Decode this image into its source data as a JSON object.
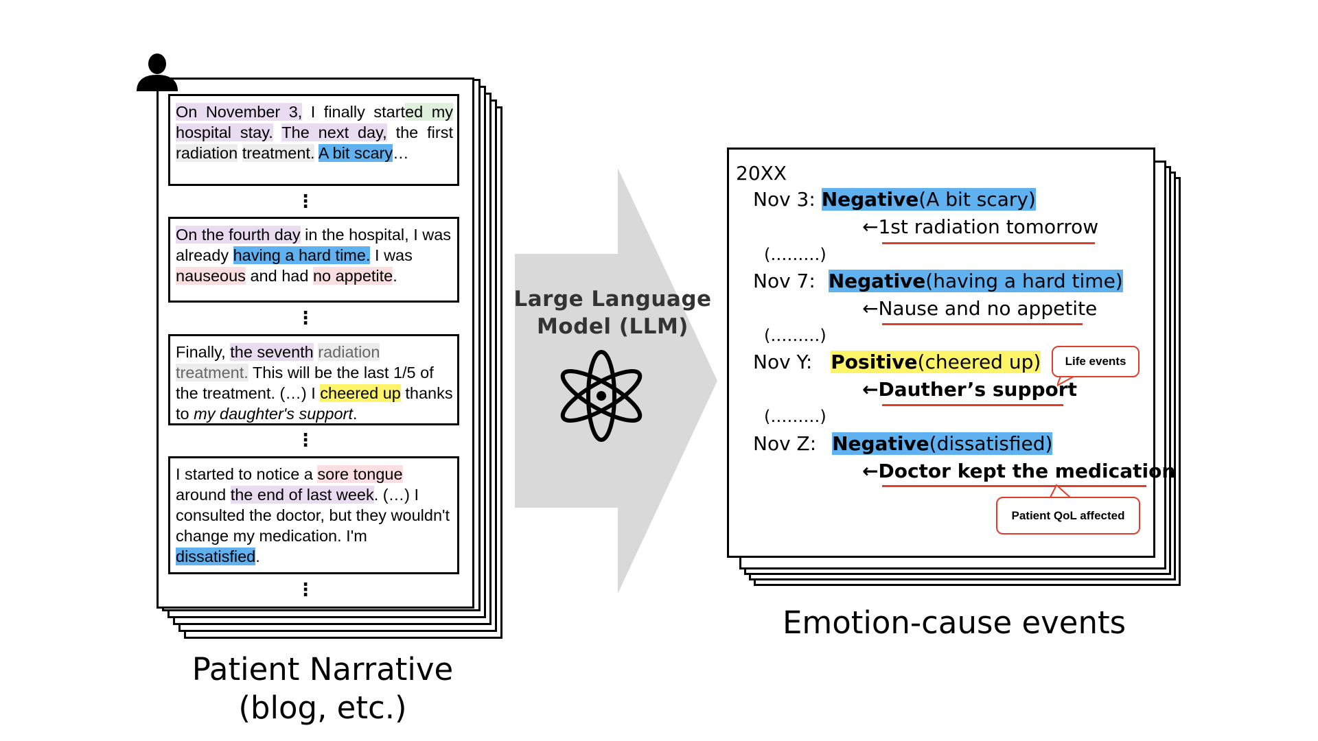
{
  "narrative": {
    "entry1": {
      "date": "On November 3,",
      "mid": " I finally start",
      "ed": "ed ",
      "my": "my",
      "hospital": "hospital stay.",
      "next_day": "The next day,",
      "the_first": " the first ",
      "radiation": "radiation",
      "treatment": "treatment.",
      "emotion": "A bit scary",
      "ellipsis": "…"
    },
    "entry2": {
      "fourth": "On the fourth day",
      "rest1": " in the hospital, I was already ",
      "emotion": "having a hard time.",
      "rest2": " I was ",
      "symptom1": "nauseous",
      "rest3": " and had ",
      "symptom2": "no appetite",
      "end": "."
    },
    "entry3": {
      "finally": "Finally, ",
      "seventh": "the seventh",
      "sp": " ",
      "radiation": "radiation treatment.",
      "rest1": " This will be the last 1/5 of the treatment. (…) I ",
      "emotion": "cheered up",
      "rest2": " thanks to ",
      "cause": "my daughter's support",
      "end": "."
    },
    "entry4": {
      "rest1": "I started to notice a ",
      "symptom": "sore tongue",
      "rest2": " around ",
      "time": "the end of last week",
      "rest3": ". (…) I consulted the doctor, but they wouldn't change my medication. I'm ",
      "emotion": "dissatisfied",
      "end": "."
    },
    "dots": "⋮"
  },
  "left_caption": {
    "line1": "Patient Narrative",
    "line2": "(blog, etc.)"
  },
  "llm": {
    "line1": "Large Language",
    "line2": "Model (LLM)",
    "icon": "atom-icon"
  },
  "events": {
    "year": "20XX",
    "items": [
      {
        "date": "Nov 3:",
        "polarity": "Negative",
        "detail": "(A bit scary)",
        "cause": "←1st radiation tomorrow",
        "cause_bold": false
      },
      {
        "date": "Nov 7:",
        "polarity": "Negative",
        "detail": "(having a hard time)",
        "cause": "←Nause and no appetite",
        "cause_bold": false
      },
      {
        "date": "Nov Y:",
        "polarity": "Positive",
        "detail": "(cheered up)",
        "cause": "←Dauther’s support",
        "cause_bold": true
      },
      {
        "date": "Nov Z:",
        "polarity": "Negative",
        "detail": "(dissatisfied)",
        "cause": "←Doctor kept the medication",
        "cause_bold": true
      }
    ],
    "gap": "(………)",
    "callouts": {
      "life": "Life events",
      "qol": "Patient QoL affected"
    }
  },
  "right_caption": "Emotion-cause events",
  "colors": {
    "negative": "#5fb1f0",
    "positive": "#fdf46a",
    "underline": "#e03c2a",
    "arrow": "#d9d9d9"
  }
}
